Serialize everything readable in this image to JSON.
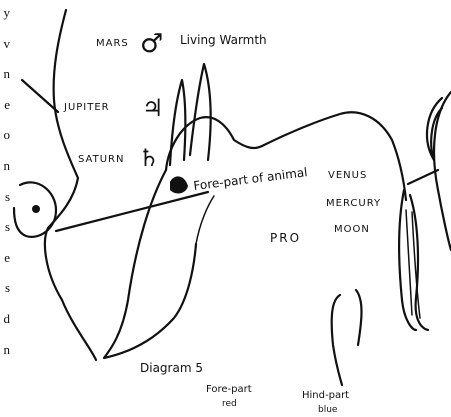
{
  "margin_letters": [
    "y",
    "v",
    "n",
    "e",
    "o",
    "n",
    "s",
    "s",
    "e",
    "s",
    "d",
    "n"
  ],
  "labels": {
    "mars": "MARS",
    "mars_symbol": "♂",
    "living_warmth": "Living Warmth",
    "jupiter": "JUPITER",
    "jupiter_symbol": "♃",
    "saturn": "SATURN",
    "saturn_symbol": "♄",
    "fore_part_of_animal": "Fore-part of animal",
    "venus": "VENUS",
    "mercury": "MERCURY",
    "moon": "MOON",
    "pro": "PRO",
    "diagram": "Diagram 5",
    "fore_part_line1": "Fore-part",
    "fore_part_line2": "red",
    "hind_part_line1": "Hind-part",
    "hind_part_line2": "blue"
  },
  "colors": {
    "ink": "#111111",
    "background": "#ffffff"
  }
}
